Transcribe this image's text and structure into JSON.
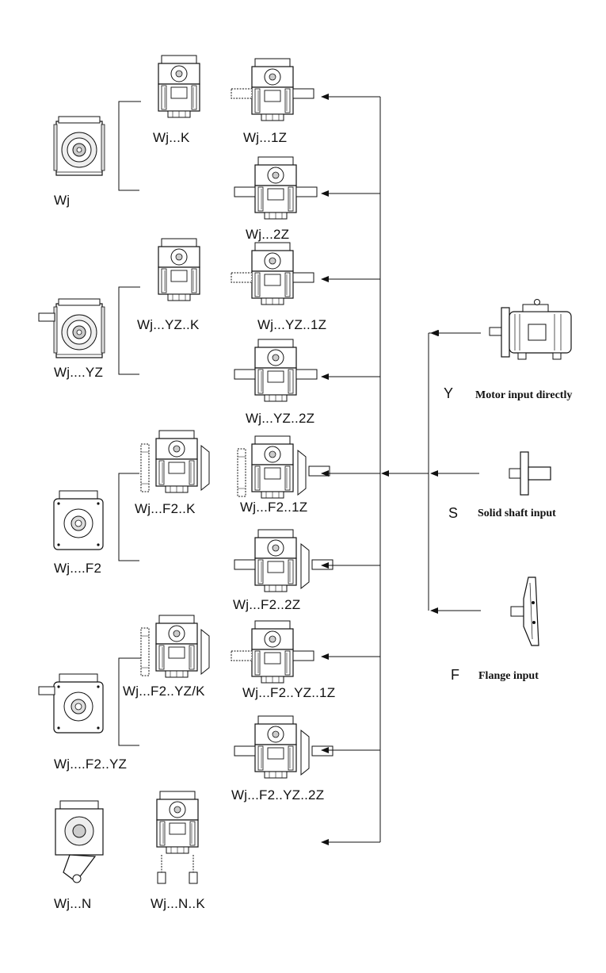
{
  "main_variants": [
    "Wj",
    "Wj....YZ",
    "Wj....F2",
    "Wj....F2..YZ",
    "Wj...N"
  ],
  "combined_variants": [
    "Wj...K",
    "Wj...1Z",
    "Wj...2Z",
    "Wj...YZ..K",
    "Wj...YZ..1Z",
    "Wj...YZ..2Z",
    "Wj...F2..K",
    "Wj...F2..1Z",
    "Wj...F2..2Z",
    "Wj...F2..YZ/K",
    "Wj...F2..YZ..1Z",
    "Wj...F2..YZ..2Z",
    "Wj...N..K"
  ],
  "inputs": [
    {
      "code": "Y",
      "label": "Motor input directly"
    },
    {
      "code": "S",
      "label": "Solid shaft input"
    },
    {
      "code": "F",
      "label": "Flange input"
    }
  ],
  "colors": {
    "line": "#111111",
    "fill": "#ffffff",
    "shade": "#cfcfcf"
  }
}
